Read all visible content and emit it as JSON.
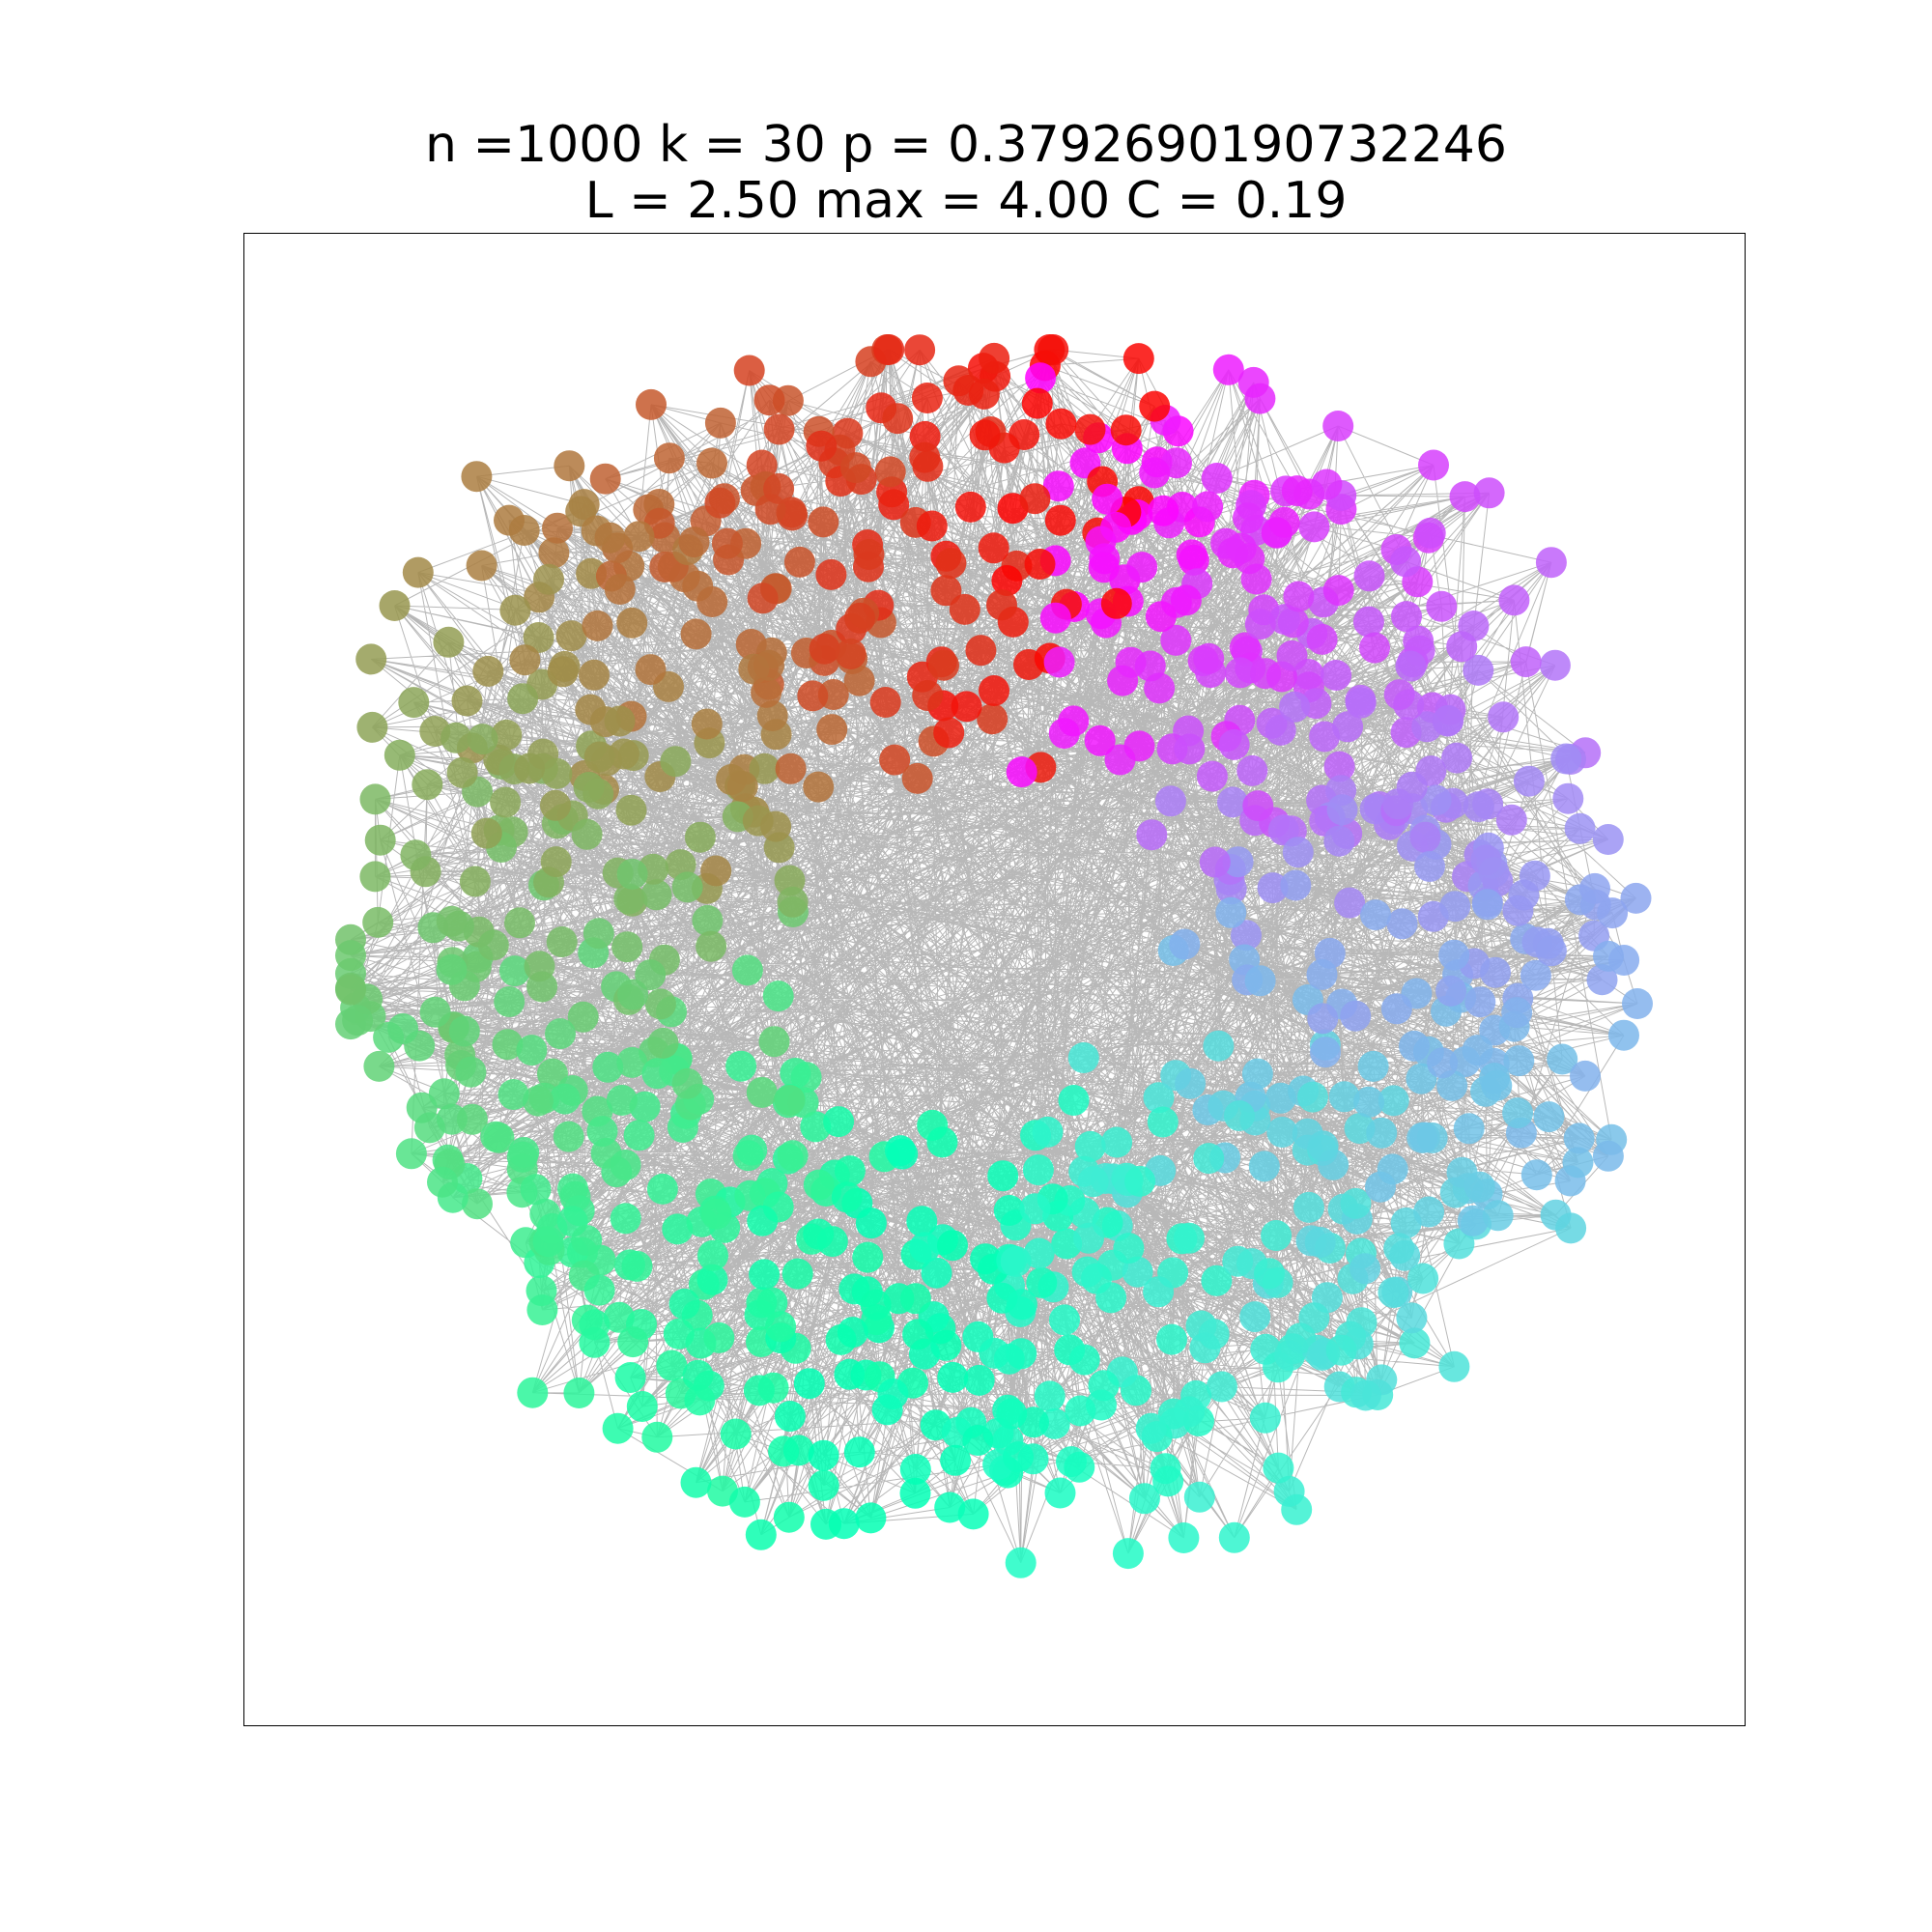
{
  "figure": {
    "title_line_1": "n =1000 k = 30 p = 0.3792690190732246",
    "title_line_2": "L = 2.50 max = 4.00 C = 0.19"
  },
  "graph": {
    "type": "network",
    "model": "watts-strogatz",
    "n": 1000,
    "k": 30,
    "p": 0.3792690190732246,
    "L": 2.5,
    "max": 4.0,
    "C": 0.19,
    "layout": "force-directed, roughly circular cloud",
    "edge_color": "#000000",
    "node_colormap": "rainbow",
    "node_colors_sample": [
      "#8000ff",
      "#4a4af0",
      "#1e90e6",
      "#1cc8dc",
      "#4ae6c8",
      "#80f0a0",
      "#b4f08c",
      "#dcc878",
      "#f0a050",
      "#ff5a3c",
      "#ff0000"
    ]
  }
}
